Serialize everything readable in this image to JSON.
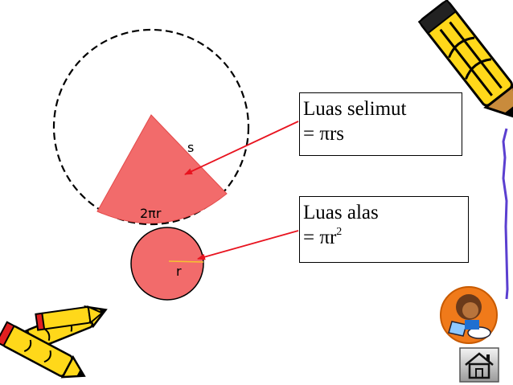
{
  "diagram": {
    "label_s": "s",
    "label_2pir": "2πr",
    "label_r": "r",
    "colors": {
      "shape_fill": "#f26b6b",
      "arrow": "#e8131f",
      "dash_circle": "#000000"
    }
  },
  "callouts": {
    "selimut": {
      "title": "Luas selimut",
      "formula": "= πrs"
    },
    "alas": {
      "title": "Luas alas",
      "formula_base": "= πr",
      "formula_exp": "2"
    }
  },
  "icons": [
    "pencil-icon",
    "crayons-icon",
    "reading-kid-icon",
    "home-icon"
  ]
}
